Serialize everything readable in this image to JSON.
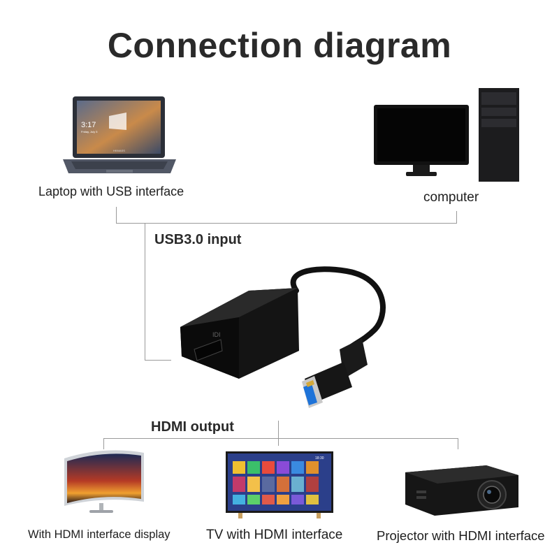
{
  "title": "Connection diagram",
  "sources": {
    "laptop_label": "Laptop with USB interface",
    "computer_label": "computer"
  },
  "input_label": "USB3.0 input",
  "output_label": "HDMI output",
  "outputs": {
    "display_label": "With HDMI interface display",
    "tv_label": "TV with HDMI interface",
    "projector_label": "Projector with HDMI interface"
  },
  "laptop_screen": {
    "time": "3:17",
    "date": "Friday, July 5",
    "brand": "HKMASS"
  },
  "tv_screen": {
    "time": "18:30"
  },
  "colors": {
    "line": "#9a9a9a",
    "adapter_body": "#141414",
    "usb_tip_blue": "#1e73d8",
    "usb_tip_gold": "#d4a93a"
  }
}
